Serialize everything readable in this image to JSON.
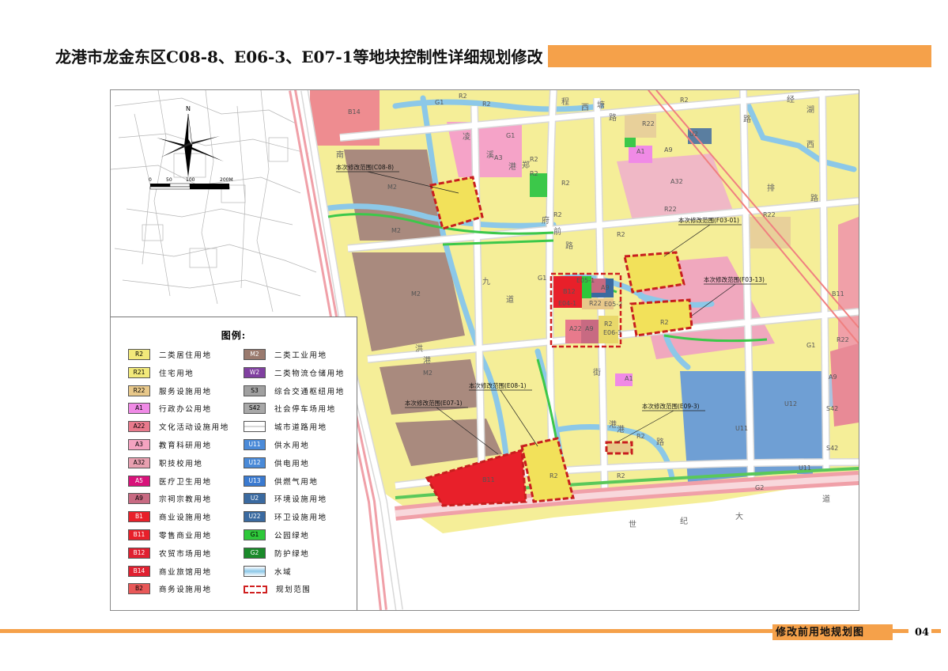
{
  "header": {
    "title": "龙港市龙金东区C08-8、E06-3、E07-1等地块控制性详细规划修改"
  },
  "footer": {
    "sheet_name": "修改前用地规划图",
    "sheet_number": "04"
  },
  "compass": {
    "scale_ticks": [
      "0",
      "50",
      "100",
      "200M"
    ],
    "north_label": "N"
  },
  "callouts": [
    "本次修改范围(C08-8)",
    "本次修改范围(F03-01)",
    "本次修改范围(F03-13)",
    "本次修改范围(E08-1)",
    "本次修改范围(E07-1)",
    "本次修改范围(E09-3)"
  ],
  "block_codes": [
    "R2",
    "R2",
    "B14",
    "M2",
    "M2",
    "M2",
    "M2",
    "A3",
    "R2",
    "R22",
    "A1",
    "A9",
    "U2",
    "A32",
    "R22",
    "B12",
    "E05-1",
    "A9",
    "E04-1",
    "R22",
    "E05-2",
    "A22",
    "A9",
    "R2",
    "E06-3",
    "R2",
    "B11",
    "A1",
    "R2",
    "R2",
    "R2",
    "U11",
    "U12",
    "U11",
    "S42",
    "A9",
    "R22",
    "R22",
    "B11",
    "R2",
    "R2",
    "R2",
    "R2",
    "R2",
    "G1",
    "G1",
    "G1",
    "G1",
    "G2",
    "S42"
  ],
  "road_labels": [
    "程",
    "西",
    "塘",
    "路",
    "凌",
    "溪",
    "港",
    "南",
    "郑",
    "经",
    "湖",
    "西",
    "路",
    "府",
    "前",
    "路",
    "洪",
    "港",
    "九",
    "道",
    "街",
    "世",
    "纪",
    "大",
    "道",
    "港",
    "港",
    "路",
    "排",
    "路"
  ],
  "legend": {
    "title": "图例:",
    "items": [
      {
        "code": "R2",
        "label": "二类居住用地",
        "color": "#f2e97a"
      },
      {
        "code": "R21",
        "label": "住宅用地",
        "color": "#f2e97a"
      },
      {
        "code": "R22",
        "label": "服务设施用地",
        "color": "#e8c88a"
      },
      {
        "code": "A1",
        "label": "行政办公用地",
        "color": "#f08ae6"
      },
      {
        "code": "A22",
        "label": "文化活动设施用地",
        "color": "#e87a8c"
      },
      {
        "code": "A3",
        "label": "教育科研用地",
        "color": "#f5a3c0"
      },
      {
        "code": "A32",
        "label": "职技校用地",
        "color": "#e8a0b0"
      },
      {
        "code": "A5",
        "label": "医疗卫生用地",
        "color": "#d8127a"
      },
      {
        "code": "A9",
        "label": "宗祠宗教用地",
        "color": "#c86a82"
      },
      {
        "code": "B1",
        "label": "商业设施用地",
        "color": "#e8202a"
      },
      {
        "code": "B11",
        "label": "零售商业用地",
        "color": "#e8202a"
      },
      {
        "code": "B12",
        "label": "农贸市场用地",
        "color": "#e02030"
      },
      {
        "code": "B14",
        "label": "商业旅馆用地",
        "color": "#e02030"
      },
      {
        "code": "B2",
        "label": "商务设施用地",
        "color": "#e85858"
      },
      {
        "code": "M2",
        "label": "二类工业用地",
        "color": "#9a7a6e"
      },
      {
        "code": "W2",
        "label": "二类物流仓储用地",
        "color": "#8040a0"
      },
      {
        "code": "S3",
        "label": "综合交通枢纽用地",
        "color": "#a0a0a0"
      },
      {
        "code": "S42",
        "label": "社会停车场用地",
        "color": "#a8a8a8"
      },
      {
        "code": "",
        "label": "城市道路用地",
        "color": "#ffffff"
      },
      {
        "code": "U11",
        "label": "供水用地",
        "color": "#4a8ad8"
      },
      {
        "code": "U12",
        "label": "供电用地",
        "color": "#4a8ad8"
      },
      {
        "code": "U13",
        "label": "供燃气用地",
        "color": "#3a7ad0"
      },
      {
        "code": "U2",
        "label": "环境设施用地",
        "color": "#3a6aa0"
      },
      {
        "code": "U22",
        "label": "环卫设施用地",
        "color": "#3a6aa0"
      },
      {
        "code": "G1",
        "label": "公园绿地",
        "color": "#2ec83a"
      },
      {
        "code": "G2",
        "label": "防护绿地",
        "color": "#1a8a2a"
      },
      {
        "code": "",
        "label": "水域",
        "color": "#8cc8e8"
      },
      {
        "code": "",
        "label": "规划范围",
        "color": "#d02020"
      }
    ]
  }
}
